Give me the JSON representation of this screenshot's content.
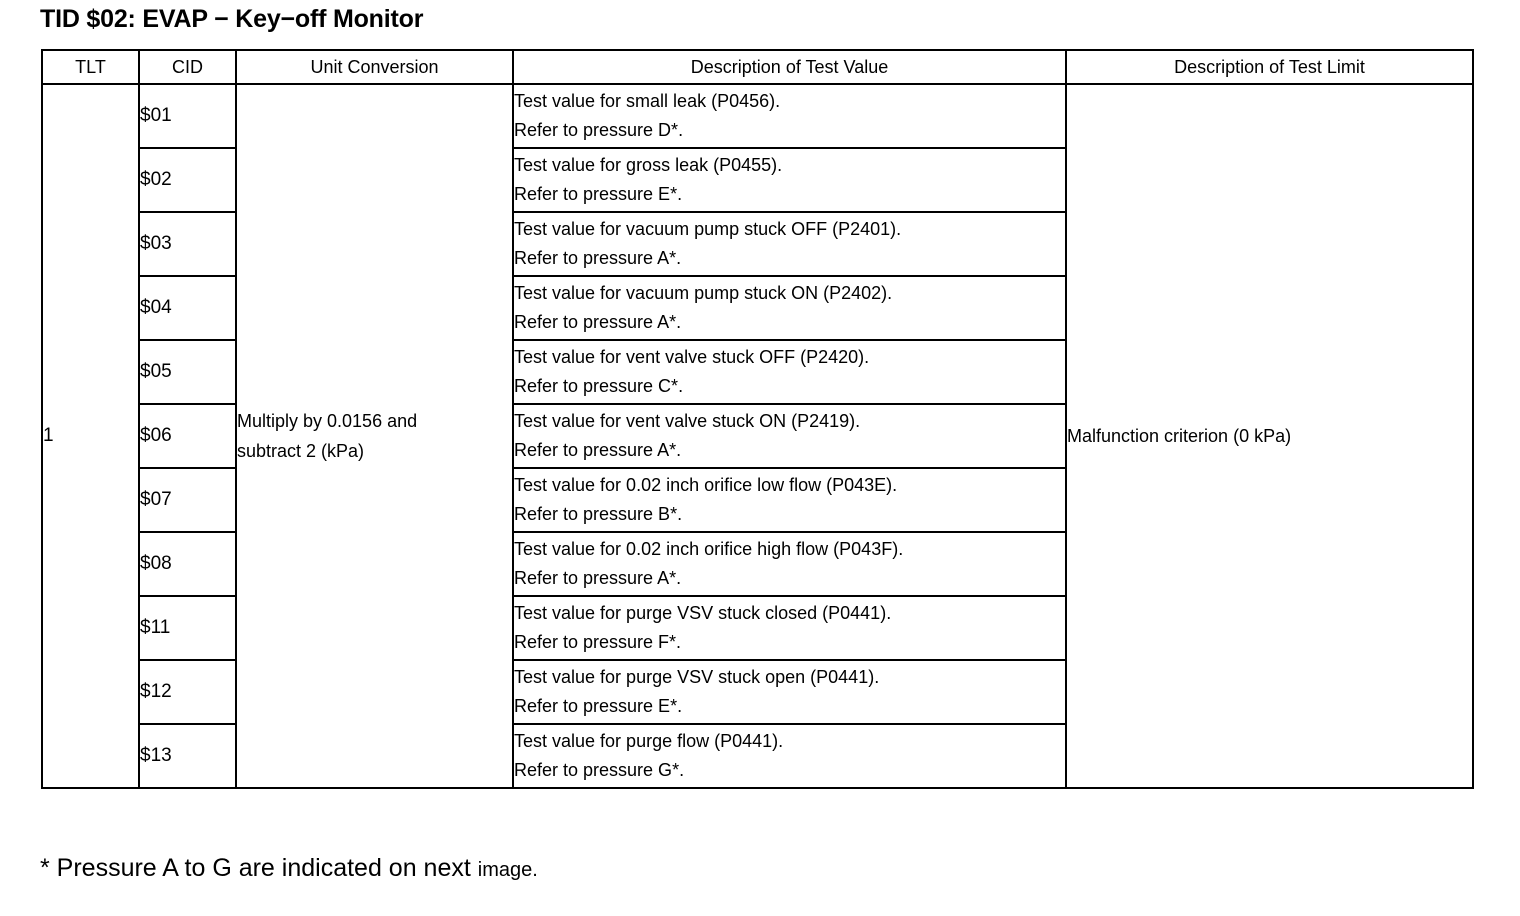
{
  "title": "TID $02: EVAP − Key−off Monitor",
  "table": {
    "headers": {
      "tlt": "TLT",
      "cid": "CID",
      "unit_conversion": "Unit Conversion",
      "description_test_value": "Description of Test Value",
      "description_test_limit": "Description of Test Limit"
    },
    "tlt_value": "1",
    "unit_conversion_value": "Multiply by 0.0156 and subtract 2 (kPa)",
    "unit_conversion_lines": [
      "Multiply by 0.0156 and",
      "subtract 2 (kPa)"
    ],
    "test_limit_value": "Malfunction criterion (0 kPa)",
    "rows": [
      {
        "cid": "$01",
        "line1": "Test value for small leak (P0456).",
        "line2": "Refer to pressure D*."
      },
      {
        "cid": "$02",
        "line1": "Test value for gross leak (P0455).",
        "line2": "Refer to pressure E*."
      },
      {
        "cid": "$03",
        "line1": "Test value for vacuum pump stuck OFF (P2401).",
        "line2": "Refer to pressure A*."
      },
      {
        "cid": "$04",
        "line1": "Test value for vacuum pump stuck ON (P2402).",
        "line2": "Refer to pressure A*."
      },
      {
        "cid": "$05",
        "line1": "Test value for vent valve stuck OFF (P2420).",
        "line2": "Refer to pressure C*."
      },
      {
        "cid": "$06",
        "line1": "Test value for vent valve stuck ON (P2419).",
        "line2": "Refer to pressure A*."
      },
      {
        "cid": "$07",
        "line1": "Test value for 0.02 inch orifice low flow (P043E).",
        "line2": "Refer to pressure B*."
      },
      {
        "cid": "$08",
        "line1": "Test value for 0.02 inch orifice high flow (P043F).",
        "line2": "Refer to pressure A*."
      },
      {
        "cid": "$11",
        "line1": "Test value for purge VSV stuck closed (P0441).",
        "line2": "Refer to pressure F*."
      },
      {
        "cid": "$12",
        "line1": "Test value for purge VSV stuck open (P0441).",
        "line2": "Refer to pressure E*."
      },
      {
        "cid": "$13",
        "line1": "Test value for purge flow (P0441).",
        "line2": "Refer to pressure G*."
      }
    ]
  },
  "footnote": {
    "main": "* Pressure A to G are indicated on next",
    "trailing": "image."
  }
}
